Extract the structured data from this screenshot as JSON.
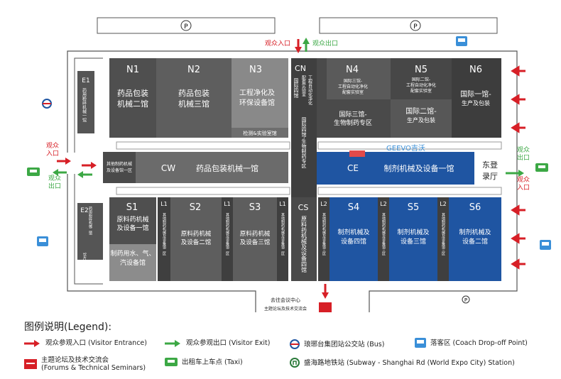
{
  "parking_symbol": "P",
  "top_gate": {
    "entrance": "观众入口",
    "exit": "观众出口"
  },
  "west_gate": {
    "entrance": "观众\n入口",
    "exit": "观众\n出口"
  },
  "east_gate": {
    "exit": "观众\n出口",
    "entrance": "观众\n入口"
  },
  "halls": {
    "N1": {
      "code": "N1",
      "name": "药品包装\n机械二馆"
    },
    "N2": {
      "code": "N2",
      "name": "药品包装\n机械三馆"
    },
    "N3": {
      "code": "N3",
      "name": "工程净化及\n环保设备馆",
      "sub": "检测&实验室馆"
    },
    "CN": {
      "code": "CN",
      "side": "国际四馆",
      "sub1": "配套实验室\n工程自动化净化",
      "main": "国际四馆-生物制药专区"
    },
    "N4": {
      "code": "N4",
      "top": "国际三馆-\n工程自动化净化\n配套实验室",
      "name": "国际三馆-\n生物制药专区"
    },
    "N5": {
      "code": "N5",
      "top": "国际二馆-\n工程自动化净化\n配套实验室",
      "name": "国际二馆-\n生产及包装"
    },
    "N6": {
      "code": "N6",
      "name": "国际一馆-\n生产及包装"
    },
    "E1": {
      "code": "E1",
      "name": "药用粉碎机械一馆"
    },
    "E2": {
      "code": "E2",
      "name": "药用粉碎机械二馆",
      "sub": "饮片机械馆"
    },
    "CW": {
      "code": "CW",
      "name": "药品包装机械一馆",
      "side": "其他制药机械\n及设备馆一区"
    },
    "CE": {
      "code": "CE",
      "name": "制剂机械及设备一馆"
    },
    "EL": {
      "name": "东登\n录厅"
    },
    "S1": {
      "code": "S1",
      "name": "原料药机械\n及设备一馆",
      "sub": "制药用水、气、\n汽设备馆"
    },
    "S2": {
      "code": "S2",
      "name": "原料药机械\n及设备二馆"
    },
    "S3": {
      "code": "S3",
      "name": "原料药机械\n及设备三馆"
    },
    "CS": {
      "code": "CS",
      "name": "原料药机械及设备四馆"
    },
    "S4": {
      "code": "S4",
      "name": "制剂机械及\n设备四馆"
    },
    "S5": {
      "code": "S5",
      "name": "制剂机械及\n设备三馆"
    },
    "S6": {
      "code": "S6",
      "name": "制剂机械及\n设备二馆"
    },
    "L1": {
      "code": "L1",
      "name": "其他制药机械及设备馆二区"
    },
    "L2": {
      "code": "L2",
      "name": "其他制药机械及设备馆三区"
    }
  },
  "booth_label": "GEEVO吉沃",
  "conference": "去往会议中心\n主题论坛及技术交流会",
  "legend": {
    "title": "图例说明(Legend):",
    "entrance": "观众参观入口 (Visitor Entrance)",
    "exit": "观众参观出口 (Visitor Exit)",
    "bus": "琅琊台集团站公交站 (Bus)",
    "coach": "落客区 (Coach Drop-off Point)",
    "forum": "主题论坛及技术交流会\n(Forums & Technical Seminars)",
    "taxi": "出租车上车点 (Taxi)",
    "subway": "盛海路地铁站 (Subway - Shanghai Rd (World Expo City) Station)"
  },
  "colors": {
    "dark": "#4a4a4a",
    "mid": "#6b6b6b",
    "light": "#8c8c8c",
    "blue": "#1f55a2",
    "red": "#d71f26",
    "green": "#3ca845",
    "booth": "#e24a4a",
    "booth_text": "#3a8fd8"
  }
}
